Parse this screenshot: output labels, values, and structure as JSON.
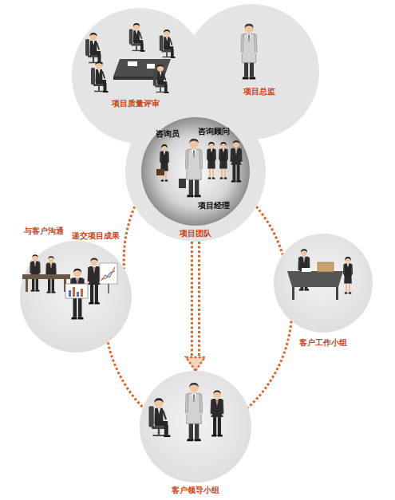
{
  "diagram": {
    "nodes": [
      {
        "text": [
          "项目团队"
        ]
      },
      {
        "text": [
          "咨询员",
          "咨询顾问",
          "项目经理"
        ],
        "in": 0
      },
      {
        "text": [
          "与客户沟通",
          "递交项目成果"
        ]
      },
      {
        "text": [
          "客户工作小组"
        ]
      },
      {
        "text": [
          "客户领导小组"
        ]
      }
    ],
    "edges": [
      {
        "from": 0,
        "to": 2,
        "arrow": "none"
      },
      {
        "from": 0,
        "to": 3,
        "arrow": "none"
      },
      {
        "from": 2,
        "to": 4,
        "arrow": "none"
      },
      {
        "from": 3,
        "to": 4,
        "arrow": "none"
      },
      {
        "from": 0,
        "to": 4,
        "arrow": "to"
      }
    ],
    "labels": [
      "项目质量评审",
      "项目总监"
    ]
  }
}
